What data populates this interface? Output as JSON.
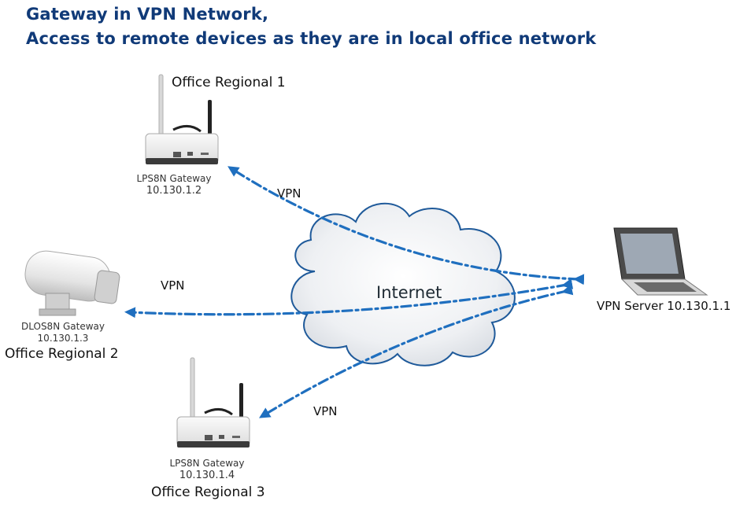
{
  "title": {
    "line1": "Gateway in VPN Network,",
    "line2": "Access to remote devices as they are in local office network"
  },
  "cloud": {
    "label": "Internet"
  },
  "server": {
    "label": "VPN Server 10.130.1.1",
    "icon": "laptop-icon"
  },
  "offices": [
    {
      "name": "Office Regional 1",
      "device": "LPS8N Gateway",
      "ip": "10.130.1.2",
      "icon": "indoor-gateway-icon"
    },
    {
      "name": "Office Regional 2",
      "device": "DLOS8N Gateway",
      "ip": "10.130.1.3",
      "icon": "outdoor-gateway-icon"
    },
    {
      "name": "Office Regional 3",
      "device": "LPS8N Gateway",
      "ip": "10.130.1.4",
      "icon": "indoor-gateway-icon"
    }
  ],
  "links": [
    {
      "label": "VPN"
    },
    {
      "label": "VPN"
    },
    {
      "label": "VPN"
    }
  ],
  "colors": {
    "title": "#103a78",
    "link": "#1f6fbf",
    "cloud_fill": "#eef0f3",
    "cloud_stroke": "#1f5a9a"
  }
}
